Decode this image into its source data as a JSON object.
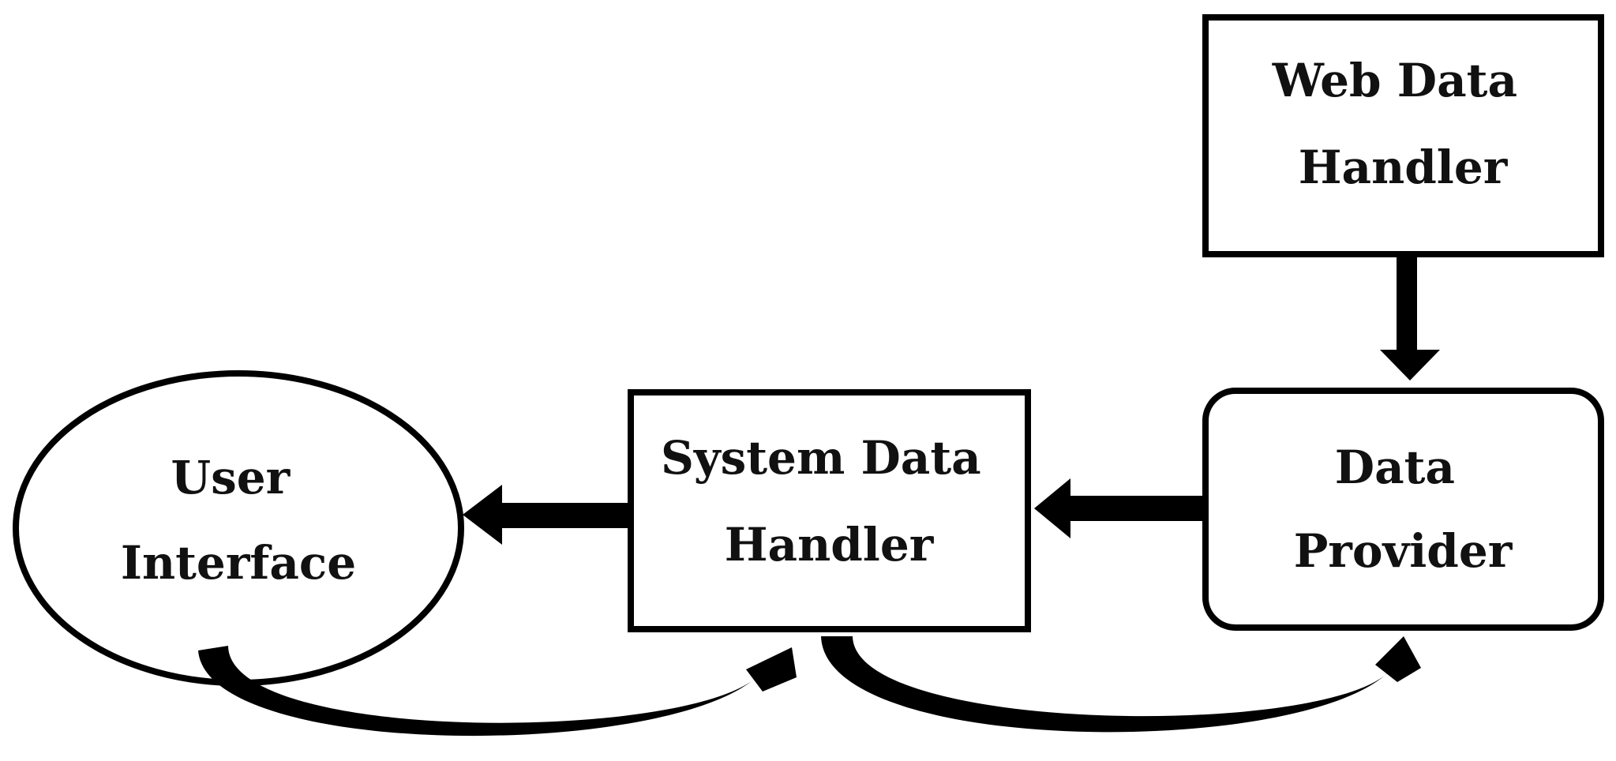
{
  "diagram": {
    "nodes": {
      "web_data_handler": {
        "line1": "Web Data",
        "line2": "Handler"
      },
      "data_provider": {
        "line1": "Data",
        "line2": "Provider"
      },
      "system_data_handler": {
        "line1": "System Data",
        "line2": "Handler"
      },
      "user_interface": {
        "line1": "User",
        "line2": "Interface"
      }
    },
    "edges": [
      {
        "from": "Web Data Handler",
        "to": "Data Provider"
      },
      {
        "from": "Data Provider",
        "to": "System Data Handler"
      },
      {
        "from": "System Data Handler",
        "to": "User Interface"
      },
      {
        "from": "User Interface",
        "to": "System Data Handler"
      },
      {
        "from": "System Data Handler",
        "to": "Data Provider"
      }
    ],
    "colors": {
      "stroke": "#000000",
      "fill": "#ffffff"
    }
  }
}
